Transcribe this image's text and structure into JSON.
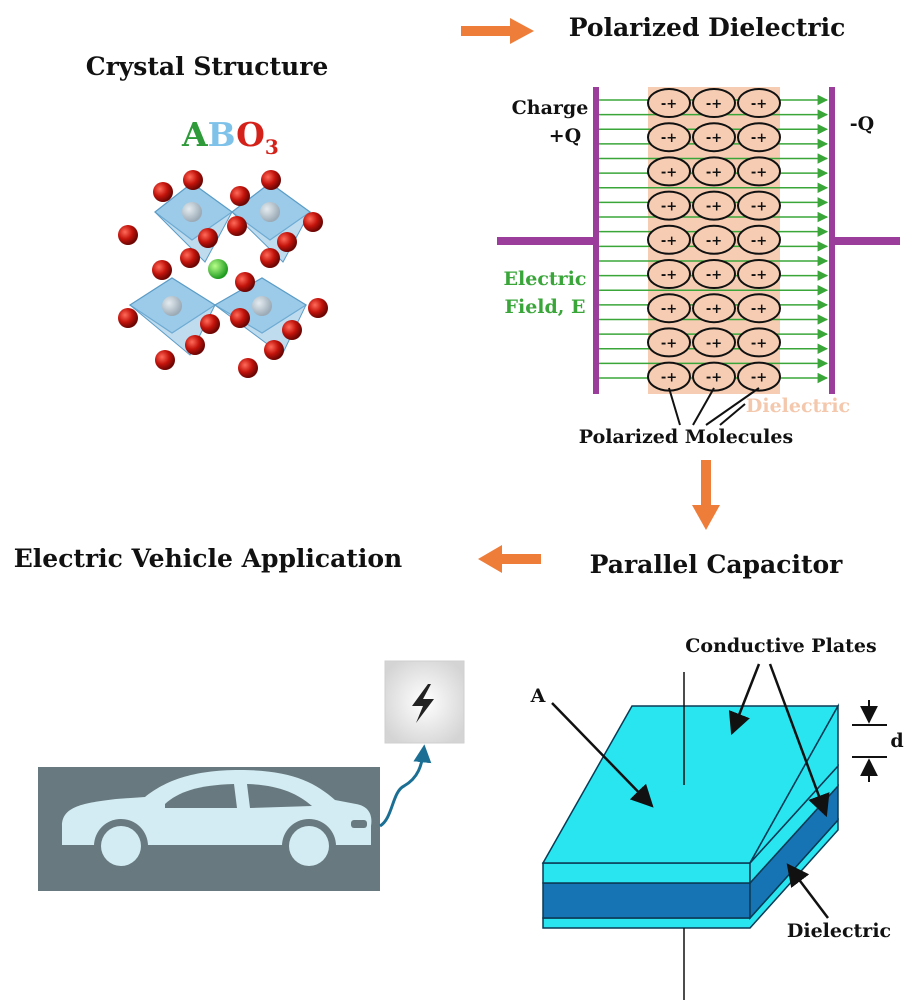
{
  "headings": {
    "crystal": "Crystal Structure",
    "polarized": "Polarized Dielectric",
    "capacitor": "Parallel Capacitor",
    "ev": "Electric Vehicle Application"
  },
  "formula": {
    "a": "A",
    "b": "B",
    "o": "O",
    "sub": "3"
  },
  "dielectric_panel": {
    "charge_label": "Charge",
    "plus_q": "+Q",
    "minus_q": "-Q",
    "field_line1": "Electric",
    "field_line2": "Field, E",
    "dielectric_label": "Dielectric",
    "molecules_label": "Polarized Molecules",
    "molecule_text": "-+",
    "rows": 9,
    "cols": 3
  },
  "capacitor_panel": {
    "plates_label": "Conductive Plates",
    "area_label": "A",
    "thickness_label": "d",
    "dielectric_label": "Dielectric"
  },
  "colors": {
    "arrow": "#ef7d3a",
    "plate": "#9a3d9b",
    "field": "#3aa63a",
    "dielectric_fill": "#f6cdb3",
    "cyan": "#29e5f0",
    "dark_blue": "#1674b5",
    "car_bg": "#687a7f",
    "car": "#d3ecf3",
    "cable": "#1b6f94"
  },
  "icons": [
    "right-arrow-icon",
    "down-arrow-icon",
    "left-arrow-icon",
    "lightning-bolt-icon",
    "car-icon"
  ]
}
